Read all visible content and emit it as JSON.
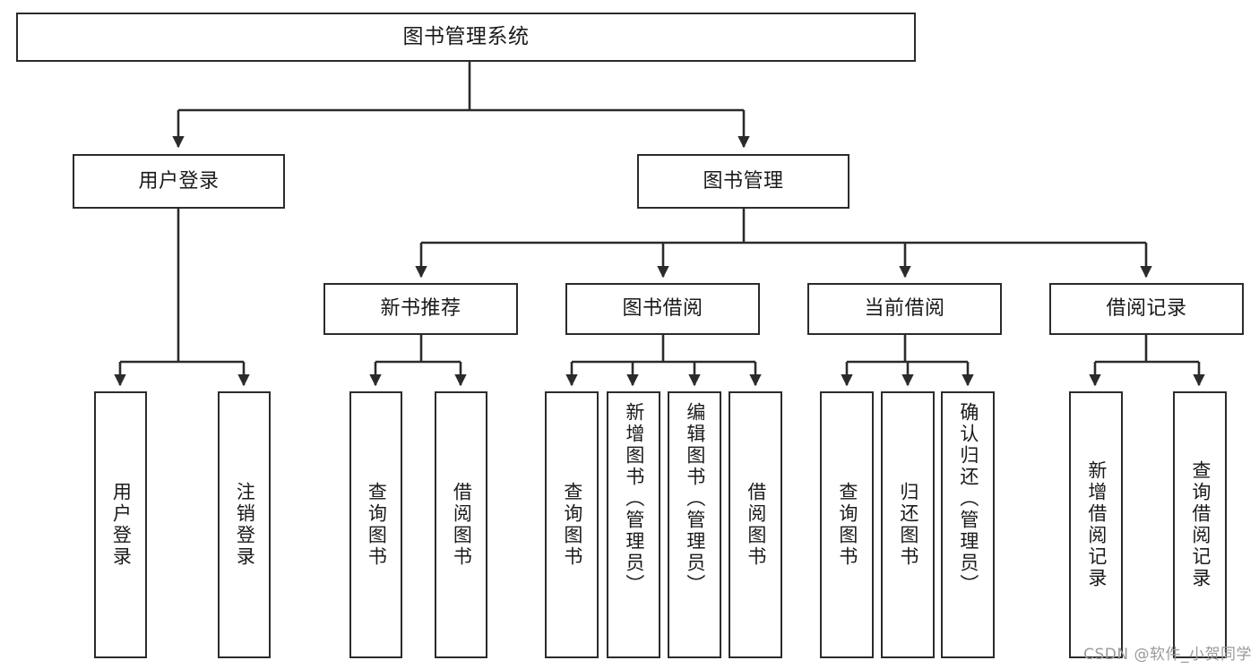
{
  "diagram": {
    "title": "图书管理系统",
    "type": "tree",
    "watermark": "CSDN @软件_小贺同学",
    "colors": {
      "box_border": "#2b2b2b",
      "box_fill": "#ffffff",
      "edge": "#2b2b2b",
      "text": "#1a1a1a",
      "watermark": "#9a9a9a"
    },
    "nodes": {
      "root": {
        "label": "图书管理系统"
      },
      "level2": [
        {
          "label": "用户登录"
        },
        {
          "label": "图书管理"
        }
      ],
      "level3": [
        {
          "label": "新书推荐"
        },
        {
          "label": "图书借阅"
        },
        {
          "label": "当前借阅"
        },
        {
          "label": "借阅记录"
        }
      ],
      "leaves": {
        "user_login": [
          {
            "label": "用户登录"
          },
          {
            "label": "注销登录"
          }
        ],
        "new_book": [
          {
            "label": "查询图书"
          },
          {
            "label": "借阅图书"
          }
        ],
        "borrow_book": [
          {
            "label": "查询图书"
          },
          {
            "label": "新增图书（管理员）"
          },
          {
            "label": "编辑图书（管理员）"
          },
          {
            "label": "借阅图书"
          }
        ],
        "current_borrow": [
          {
            "label": "查询图书"
          },
          {
            "label": "归还图书"
          },
          {
            "label": "确认归还（管理员）"
          }
        ],
        "borrow_record": [
          {
            "label": "新增借阅记录"
          },
          {
            "label": "查询借阅记录"
          }
        ]
      }
    }
  }
}
